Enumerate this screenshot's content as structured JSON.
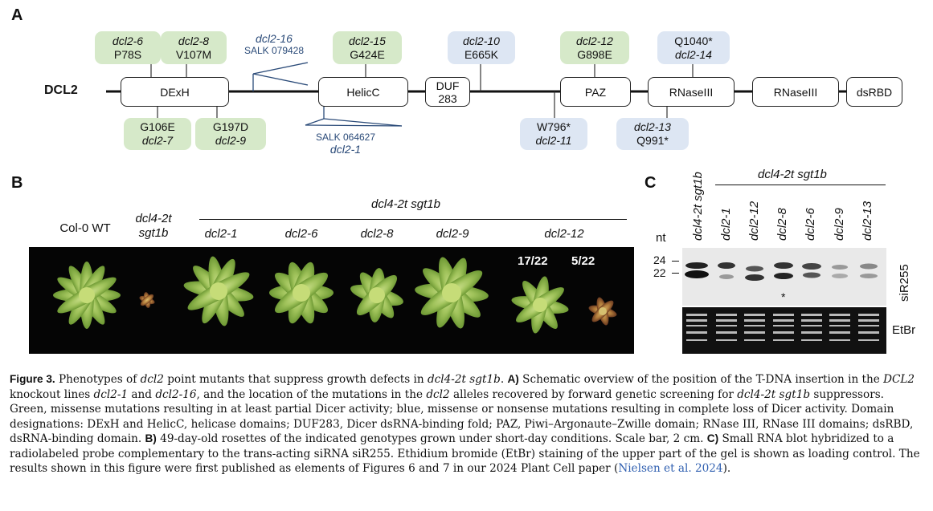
{
  "panelA": {
    "letter": "A",
    "gene": "DCL2",
    "domains": [
      "DExH",
      "HelicC",
      "DUF\n283",
      "PAZ",
      "RNaseIII",
      "RNaseIII",
      "dsRBD"
    ],
    "tags_top": [
      {
        "allele": "dcl2-6",
        "mutation": "P78S",
        "color": "green"
      },
      {
        "allele": "dcl2-8",
        "mutation": "V107M",
        "color": "green"
      },
      {
        "allele": "dcl2-15",
        "mutation": "G424E",
        "color": "green"
      },
      {
        "allele": "dcl2-10",
        "mutation": "E665K",
        "color": "blue"
      },
      {
        "allele": "dcl2-12",
        "mutation": "G898E",
        "color": "green"
      },
      {
        "allele": "dcl2-14",
        "mutation": "Q1040*",
        "color": "blue"
      }
    ],
    "tags_bottom": [
      {
        "allele": "dcl2-7",
        "mutation": "G106E",
        "color": "green"
      },
      {
        "allele": "dcl2-9",
        "mutation": "G197D",
        "color": "green"
      },
      {
        "allele": "dcl2-11",
        "mutation": "W796*",
        "color": "blue"
      },
      {
        "allele": "dcl2-13",
        "mutation": "Q991*",
        "color": "blue"
      }
    ],
    "salk_top": {
      "allele": "dcl2-16",
      "line": "SALK 079428"
    },
    "salk_bottom": {
      "allele": "dcl2-1",
      "line": "SALK 064627"
    },
    "colors": {
      "green": "#d6e9c9",
      "blue": "#dde6f3",
      "salk": "#2a4a78"
    }
  },
  "panelB": {
    "letter": "B",
    "group_label": "dcl4-2t sgt1b",
    "col0": "Col-0 WT",
    "parent_line1": "dcl4-2t",
    "parent_line2": "sgt1b",
    "alleles": [
      "dcl2-1",
      "dcl2-6",
      "dcl2-8",
      "dcl2-9",
      "dcl2-12"
    ],
    "fractions": [
      "17/22",
      "5/22"
    ]
  },
  "panelC": {
    "letter": "C",
    "group_label": "dcl4-2t sgt1b",
    "lanes": [
      "dcl4-2t sgt1b",
      "dcl2-1",
      "dcl2-12",
      "dcl2-8",
      "dcl2-6",
      "dcl2-9",
      "dcl2-13"
    ],
    "nt_label": "nt",
    "size_24": "24",
    "size_22": "22",
    "probe": "siR255",
    "loading": "EtBr",
    "star": "*"
  },
  "caption": {
    "fig_label": "Figure 3.",
    "p1": " Phenotypes of ",
    "p1i": "dcl2",
    "p2": " point mutants that suppress growth defects in ",
    "p2i": "dcl4-2t sgt1b",
    "p3": ". ",
    "A": "A)",
    "p4": " Schematic overview of the position of the T-DNA insertion in the ",
    "p4i": "DCL2",
    "p5": " knockout lines ",
    "p5i": "dcl2-1",
    "p6": " and ",
    "p6i": "dcl2-16",
    "p7": ", and the location of the mutations in the ",
    "p7i": "dcl2",
    "p8": " alleles recovered by forward genetic screening for ",
    "p8i": "dcl4-2t sgt1b",
    "p9": " suppressors. Green, missense mutations resulting in at least partial Dicer activity; blue, missense or nonsense mutations resulting in complete loss of Dicer activity. Domain designations: DExH and HelicC, helicase domains; DUF283, Dicer dsRNA-binding fold; PAZ, Piwi–Argonaute–Zwille domain; RNase III, RNase III domains; dsRBD, dsRNA-binding domain. ",
    "B": "B)",
    "p10": " 49-day-old rosettes of the indicated genotypes grown under short-day conditions. Scale bar, 2 cm. ",
    "C": "C)",
    "p11": " Small RNA blot hybridized to a radiolabeled probe complementary to the trans-acting siRNA siR255. Ethidium bromide (EtBr) staining of the upper part of the gel is shown as loading control. The results shown in this figure were first published as elements of Figures 6 and 7 in our 2024 Plant Cell paper (",
    "cite": "Nielsen et al. 2024",
    "p12": ")."
  }
}
